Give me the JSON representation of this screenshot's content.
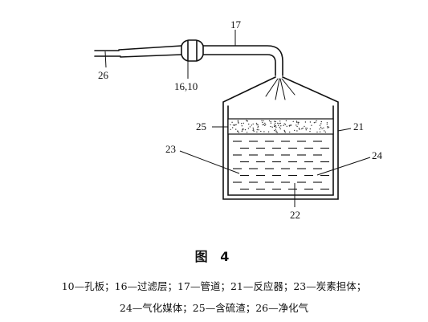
{
  "labels": {
    "pipe": "17",
    "gas_inlet": "26",
    "orifice_filter": "16,10",
    "sulfur_residue": "25",
    "reactor": "21",
    "carbon_carrier": "23",
    "gasification_medium": "24",
    "bottom_liquid": "22"
  },
  "figure": {
    "title": "图 4",
    "legend_line_1": "10—孔板；16—过滤层；17—管道；21—反应器；23—炭素担体；",
    "legend_line_2": "24—气化媒体；25—含硫渣；26—净化气"
  },
  "colors": {
    "ink": "#111111",
    "paper": "#ffffff"
  }
}
